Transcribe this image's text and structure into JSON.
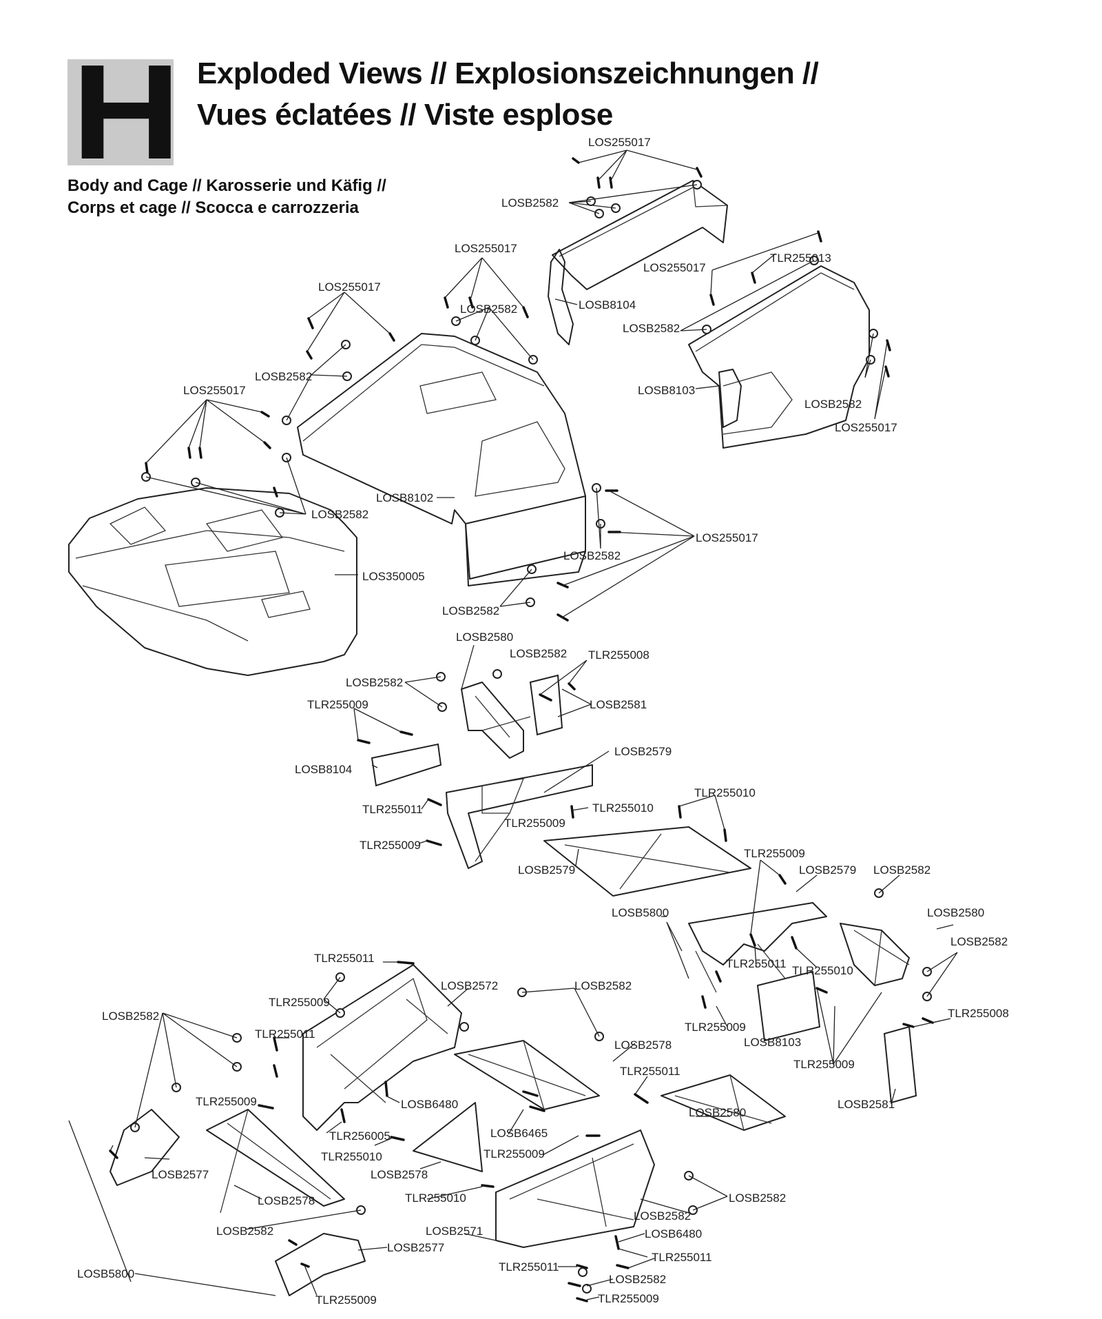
{
  "section_letter": "H",
  "title_line1": "Exploded Views // Explosionszeichnungen //",
  "title_line2": "Vues éclatées // Viste esplose",
  "subtitle_line1": "Body and Cage // Karosserie und Käfig //",
  "subtitle_line2": "Corps et cage // Scocca e carrozzeria",
  "callouts": [
    "LOS255017",
    "LOSB2582",
    "LOS255017",
    "LOSB8104",
    "LOS255017",
    "TLR255013",
    "LOS255017",
    "LOSB2582",
    "LOSB2582",
    "LOS255017",
    "LOSB2582",
    "LOSB8103",
    "LOSB2582",
    "LOS255017",
    "LOSB2582",
    "LOSB8102",
    "LOS255017",
    "LOSB2582",
    "LOS350005",
    "LOSB2582",
    "LOSB2580",
    "LOSB2582",
    "TLR255008",
    "LOSB2582",
    "LOSB2581",
    "TLR255009",
    "LOSB8104",
    "LOSB2579",
    "TLR255011",
    "TLR255010",
    "TLR255009",
    "TLR255009",
    "TLR255010",
    "LOSB2579",
    "TLR255009",
    "LOSB2579",
    "LOSB2582",
    "LOSB5800",
    "LOSB2580",
    "LOSB2582",
    "TLR255011",
    "TLR255010",
    "TLR255011",
    "LOSB2572",
    "LOSB2582",
    "TLR255009",
    "LOSB2582",
    "TLR255009",
    "LOSB8103",
    "TLR255008",
    "TLR255011",
    "LOSB2578",
    "TLR255009",
    "TLR255011",
    "LOSB6480",
    "LOSB2580",
    "LOSB2581",
    "TLR255009",
    "TLR256005",
    "LOSB6465",
    "TLR255010",
    "TLR255009",
    "LOSB2577",
    "LOSB2578",
    "LOSB2578",
    "TLR255010",
    "LOSB2582",
    "LOSB2582",
    "LOSB2582",
    "LOSB2571",
    "LOSB6480",
    "LOSB2577",
    "TLR255011",
    "LOSB5800",
    "TLR255011",
    "LOSB2582",
    "TLR255009",
    "TLR255009"
  ]
}
